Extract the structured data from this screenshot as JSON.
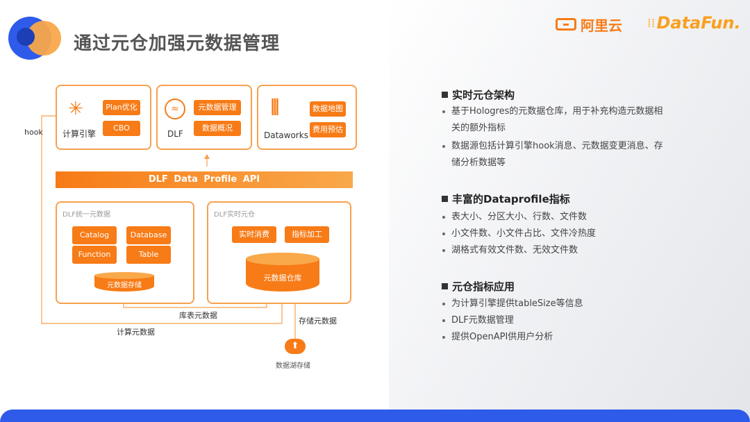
{
  "title": "通过元仓加强元数据管理",
  "logos": {
    "aliyun": "阿里云",
    "datafun": "DataFun."
  },
  "diagram": {
    "engine": {
      "name": "计算引擎",
      "tags": [
        "Plan优化",
        "CBO"
      ]
    },
    "dlf": {
      "name": "DLF",
      "tags": [
        "元数据管理",
        "数据概况"
      ]
    },
    "dataworks": {
      "name": "Dataworks",
      "tags": [
        "数据地图",
        "费用预估"
      ]
    },
    "api": "DLF Data Profile API",
    "unified": {
      "title": "DLF统一元数据",
      "tags": [
        "Catalog",
        "Database",
        "Function",
        "Table"
      ],
      "storage": "元数据存储"
    },
    "realtime": {
      "title": "DLF实时元仓",
      "tags": [
        "实时消费",
        "指标加工"
      ],
      "warehouse": "元数据仓库"
    },
    "edges": {
      "hook": "hook",
      "table_meta": "库表元数据",
      "compute_meta": "计算元数据",
      "storage_meta": "存储元数据"
    },
    "lake": "数据湖存储"
  },
  "sections": [
    {
      "heading": "实时元仓架构",
      "items": [
        "基于Hologres的元数据仓库，用于补充构造元数据相",
        "关的额外指标",
        "数据源包括计算引擎hook消息、元数据变更消息、存",
        "储分析数据等"
      ]
    },
    {
      "heading": "丰富的Dataprofile指标",
      "items": [
        "表大小、分区大小、行数、文件数",
        "小文件数、小文件占比、文件冷热度",
        "湖格式有效文件数、无效文件数"
      ]
    },
    {
      "heading": "元仓指标应用",
      "items": [
        "为计算引擎提供tableSize等信息",
        "DLF元数据管理",
        "提供OpenAPI供用户分析"
      ]
    }
  ],
  "colors": {
    "orange": "#f77b16",
    "blue": "#2f5bea",
    "border": "#f7a04d"
  }
}
